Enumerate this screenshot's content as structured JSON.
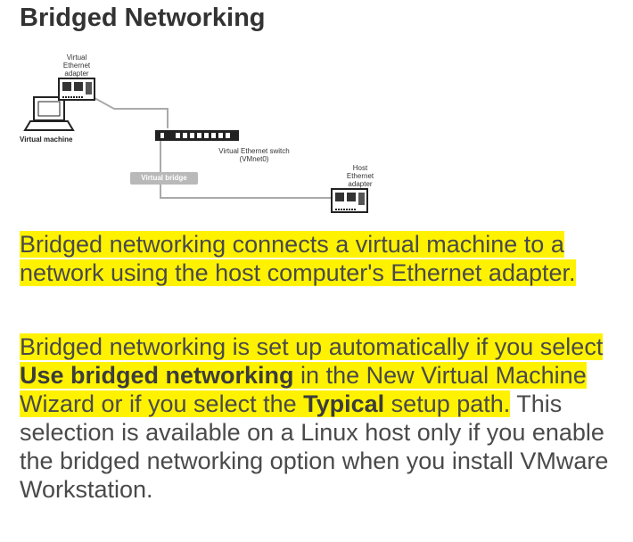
{
  "title": "Bridged Networking",
  "diagram": {
    "virtual_adapter_label": [
      "Virtual",
      "Ethernet",
      "adapter"
    ],
    "virtual_machine_label": "Virtual machine",
    "switch_label": [
      "Virtual Ethernet switch",
      "(VMnet0)"
    ],
    "bridge_label": "Virtual bridge",
    "host_adapter_label": [
      "Host",
      "Ethernet",
      "adapter"
    ]
  },
  "paragraph1": {
    "highlighted": "Bridged networking connects a virtual machine to a network using the host computer's Ethernet adapter."
  },
  "paragraph2": {
    "part1": "Bridged networking is set up automatically if you select ",
    "bold1": "Use bridged networking",
    "part2": " in the New Virtual Machine Wizard or if you select the ",
    "bold2": "Typical",
    "part3": " setup path.",
    "rest": " This selection is available on a Linux host only if you enable the bridged networking option when you install VMware Workstation."
  },
  "highlight_color": "#fff200"
}
